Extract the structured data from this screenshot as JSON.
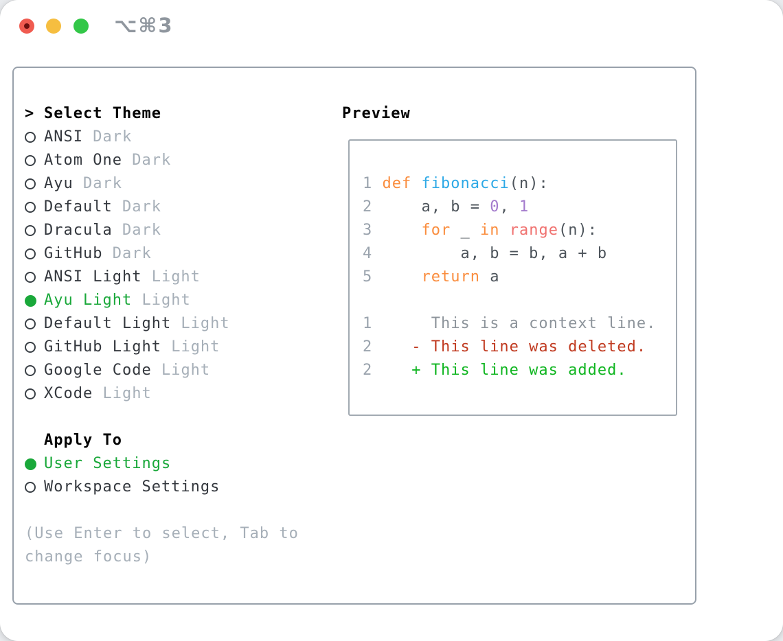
{
  "window": {
    "title_shortcut": "⌥⌘3",
    "traffic_lights": {
      "close": "red-circle-with-dot",
      "minimize": "yellow-circle",
      "zoom": "green-circle"
    }
  },
  "theme_list": {
    "cursor": ">",
    "header": "Select Theme",
    "items": [
      {
        "name": "ANSI",
        "variant": "Dark",
        "selected": false
      },
      {
        "name": "Atom One",
        "variant": "Dark",
        "selected": false
      },
      {
        "name": "Ayu",
        "variant": "Dark",
        "selected": false
      },
      {
        "name": "Default",
        "variant": "Dark",
        "selected": false
      },
      {
        "name": "Dracula",
        "variant": "Dark",
        "selected": false
      },
      {
        "name": "GitHub",
        "variant": "Dark",
        "selected": false
      },
      {
        "name": "ANSI Light",
        "variant": "Light",
        "selected": false
      },
      {
        "name": "Ayu Light",
        "variant": "Light",
        "selected": true
      },
      {
        "name": "Default Light",
        "variant": "Light",
        "selected": false
      },
      {
        "name": "GitHub Light",
        "variant": "Light",
        "selected": false
      },
      {
        "name": "Google Code",
        "variant": "Light",
        "selected": false
      },
      {
        "name": "XCode",
        "variant": "Light",
        "selected": false
      }
    ]
  },
  "apply_to": {
    "header": "Apply To",
    "options": [
      {
        "name": "User Settings",
        "selected": true
      },
      {
        "name": "Workspace Settings",
        "selected": false
      }
    ]
  },
  "hint": "(Use Enter to select, Tab to change focus)",
  "preview": {
    "title": "Preview",
    "lines": [
      {
        "num": "1",
        "tokens": [
          [
            " ",
            "plain"
          ],
          [
            "def",
            "kw"
          ],
          [
            " ",
            "plain"
          ],
          [
            "fibonacci",
            "fn"
          ],
          [
            "(n):",
            "plain"
          ]
        ]
      },
      {
        "num": "2",
        "tokens": [
          [
            "     a, b = ",
            "plain"
          ],
          [
            "0",
            "num"
          ],
          [
            ", ",
            "plain"
          ],
          [
            "1",
            "num"
          ]
        ]
      },
      {
        "num": "3",
        "tokens": [
          [
            "     ",
            "plain"
          ],
          [
            "for",
            "kw"
          ],
          [
            " _ ",
            "plain"
          ],
          [
            "in",
            "kw"
          ],
          [
            " ",
            "plain"
          ],
          [
            "range",
            "call"
          ],
          [
            "(n):",
            "plain"
          ]
        ]
      },
      {
        "num": "4",
        "tokens": [
          [
            "         a, b = b, a + b",
            "plain"
          ]
        ]
      },
      {
        "num": "5",
        "tokens": [
          [
            "     ",
            "plain"
          ],
          [
            "return",
            "kw"
          ],
          [
            " a",
            "plain"
          ]
        ]
      },
      {
        "num": "",
        "tokens": []
      },
      {
        "num": "1",
        "tokens": [
          [
            "      This is a context line.",
            "ctx"
          ]
        ]
      },
      {
        "num": "2",
        "tokens": [
          [
            "    - This line was deleted.",
            "del"
          ]
        ]
      },
      {
        "num": "2",
        "tokens": [
          [
            "    + This line was added.",
            "add"
          ]
        ]
      }
    ]
  },
  "colors": {
    "plain": "#4d545b",
    "kw": "#fa8d3e",
    "fn": "#2ea9e6",
    "call": "#f0716f",
    "num": "#a37acc",
    "ln": "#9aa3ad",
    "ctx": "#8d949b",
    "del": "#c03a20",
    "add": "#0fb520",
    "accent_green": "#1aa83a",
    "muted_text": "#a6afb8",
    "item_text": "#34383e",
    "panel_border": "#98a1ab"
  }
}
